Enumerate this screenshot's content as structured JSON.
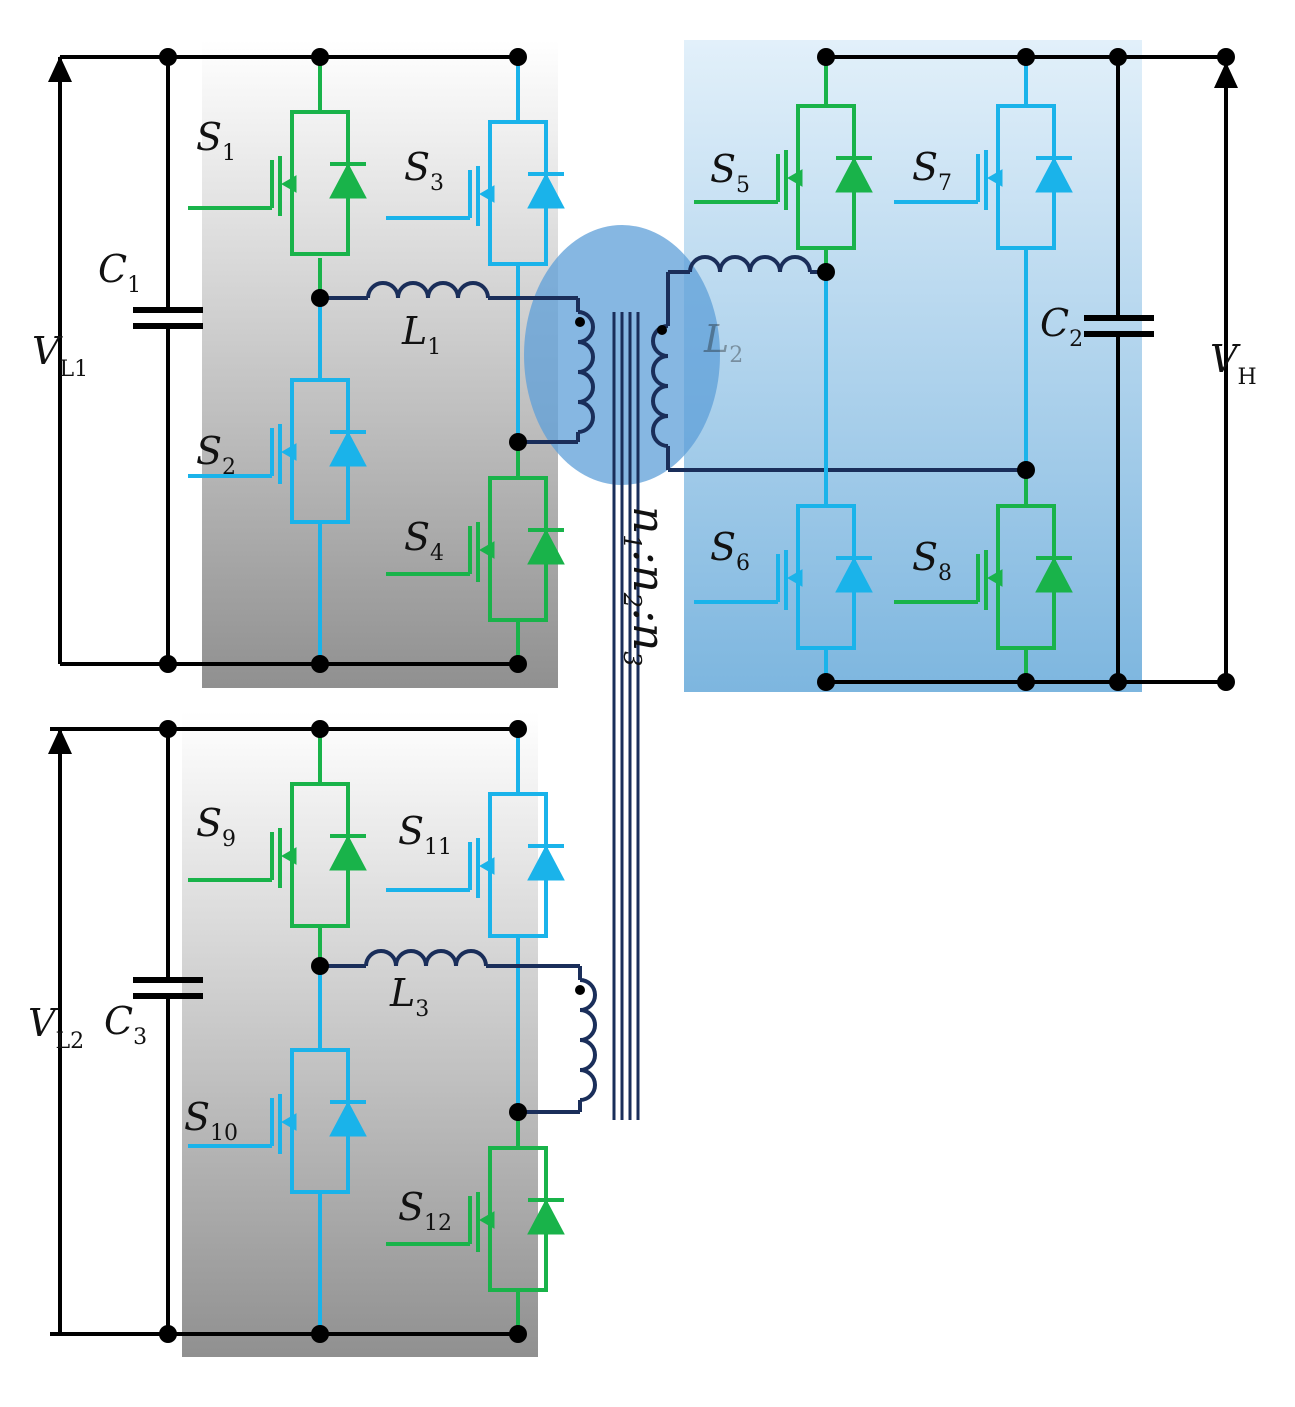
{
  "colors": {
    "wire": "#000000",
    "green": "#19b34a",
    "blue": "#1ab3ea",
    "navy": "#1a2e5a",
    "gray_panel_top": "#ffffff",
    "gray_panel_bottom": "#8f8f8f",
    "blue_panel_top": "#cfe6f6",
    "blue_panel_bottom": "#7fb8e0",
    "core_ellipse": "#5d9fd8"
  },
  "labels": {
    "s1": {
      "main": "S",
      "sub": "1"
    },
    "s2": {
      "main": "S",
      "sub": "2"
    },
    "s3": {
      "main": "S",
      "sub": "3"
    },
    "s4": {
      "main": "S",
      "sub": "4"
    },
    "s5": {
      "main": "S",
      "sub": "5"
    },
    "s6": {
      "main": "S",
      "sub": "6"
    },
    "s7": {
      "main": "S",
      "sub": "7"
    },
    "s8": {
      "main": "S",
      "sub": "8"
    },
    "s9": {
      "main": "S",
      "sub": "9"
    },
    "s10": {
      "main": "S",
      "sub": "10"
    },
    "s11": {
      "main": "S",
      "sub": "11"
    },
    "s12": {
      "main": "S",
      "sub": "12"
    },
    "c1": {
      "main": "C",
      "sub": "1"
    },
    "c2": {
      "main": "C",
      "sub": "2"
    },
    "c3": {
      "main": "C",
      "sub": "3"
    },
    "l1": {
      "main": "L",
      "sub": "1"
    },
    "l3": {
      "main": "L",
      "sub": "3"
    },
    "l2_faded": {
      "main": "L",
      "sub": "2"
    },
    "vl1": {
      "main": "V",
      "sub": "L1"
    },
    "vl2": {
      "main": "V",
      "sub": "L2"
    },
    "vh": {
      "main": "V",
      "sub": "H"
    },
    "ratio": {
      "n1": "n",
      "s1": "1",
      "sep1": ":",
      "n2": "n",
      "s2": "2",
      "sep2": ":",
      "n3": "n",
      "s3": "3"
    }
  },
  "icons": {
    "switch": "mosfet-with-diode-icon",
    "capacitor": "capacitor-icon",
    "inductor": "inductor-icon",
    "transformer": "three-winding-transformer-icon"
  }
}
